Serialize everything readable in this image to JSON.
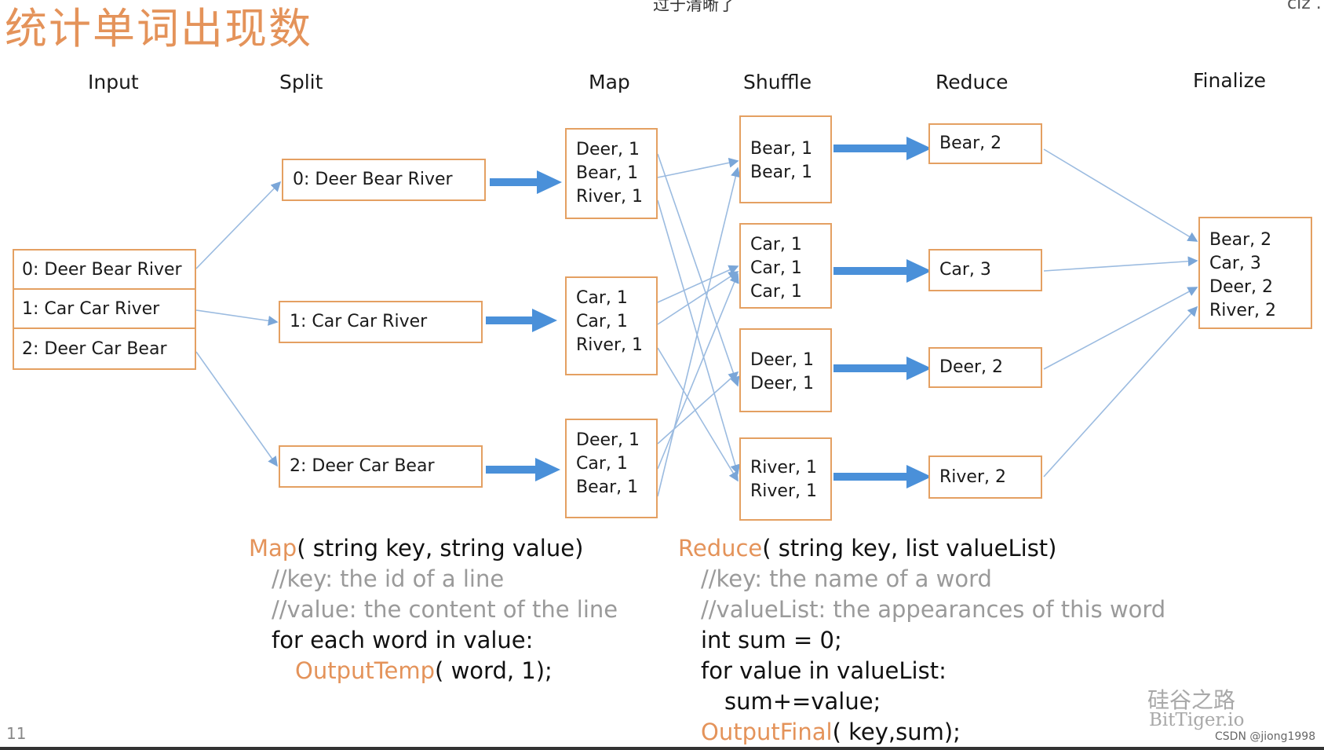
{
  "header": {
    "title": "统计单词出现数",
    "top_center_note": "过于清晰了",
    "top_right_note": "clz ."
  },
  "columns": {
    "input": "Input",
    "split": "Split",
    "map": "Map",
    "shuffle": "Shuffle",
    "reduce": "Reduce",
    "finalize": "Finalize"
  },
  "input_lines": [
    "0: Deer Bear River",
    "1: Car Car River",
    "2: Deer Car Bear"
  ],
  "split_boxes": [
    "0: Deer Bear River",
    "1: Car Car River",
    "2: Deer Car Bear"
  ],
  "map_boxes": [
    [
      "Deer, 1",
      "Bear, 1",
      "River, 1"
    ],
    [
      "Car, 1",
      "Car, 1",
      "River, 1"
    ],
    [
      "Deer, 1",
      "Car, 1",
      "Bear, 1"
    ]
  ],
  "shuffle_boxes": [
    [
      "Bear, 1",
      "Bear, 1"
    ],
    [
      "Car, 1",
      "Car, 1",
      "Car, 1"
    ],
    [
      "Deer, 1",
      "Deer, 1"
    ],
    [
      "River, 1",
      "River, 1"
    ]
  ],
  "reduce_boxes": [
    "Bear, 2",
    "Car, 3",
    "Deer, 2",
    "River, 2"
  ],
  "finalize_box": [
    "Bear, 2",
    "Car, 3",
    "Deer, 2",
    "River, 2"
  ],
  "code_map": {
    "fn_name": "Map",
    "signature": "( string key, string value)",
    "comment1": "//key: the id of a line",
    "comment2": "//value: the content of the line",
    "loop": "for each word in value:",
    "call_name": "OutputTemp",
    "call_args": "( word, 1);"
  },
  "code_reduce": {
    "fn_name": "Reduce",
    "signature": "( string key, list valueList)",
    "comment1": "//key: the name of a word",
    "comment2": "//valueList: the appearances of this word",
    "line1": "int sum = 0;",
    "loop": "for value in valueList:",
    "line2": "sum+=value;",
    "call_name": "OutputFinal",
    "call_args": "( key,sum);"
  },
  "footer": {
    "page_number": "11",
    "watermark_cn": "硅谷之路",
    "watermark_en": "BitTiger.io",
    "csdn": "CSDN @jiong1998"
  },
  "colors": {
    "title_orange": "#e4935a",
    "box_border": "#e4a062",
    "thick_arrow": "#4a90d9",
    "thin_line": "#9bbbe0"
  }
}
